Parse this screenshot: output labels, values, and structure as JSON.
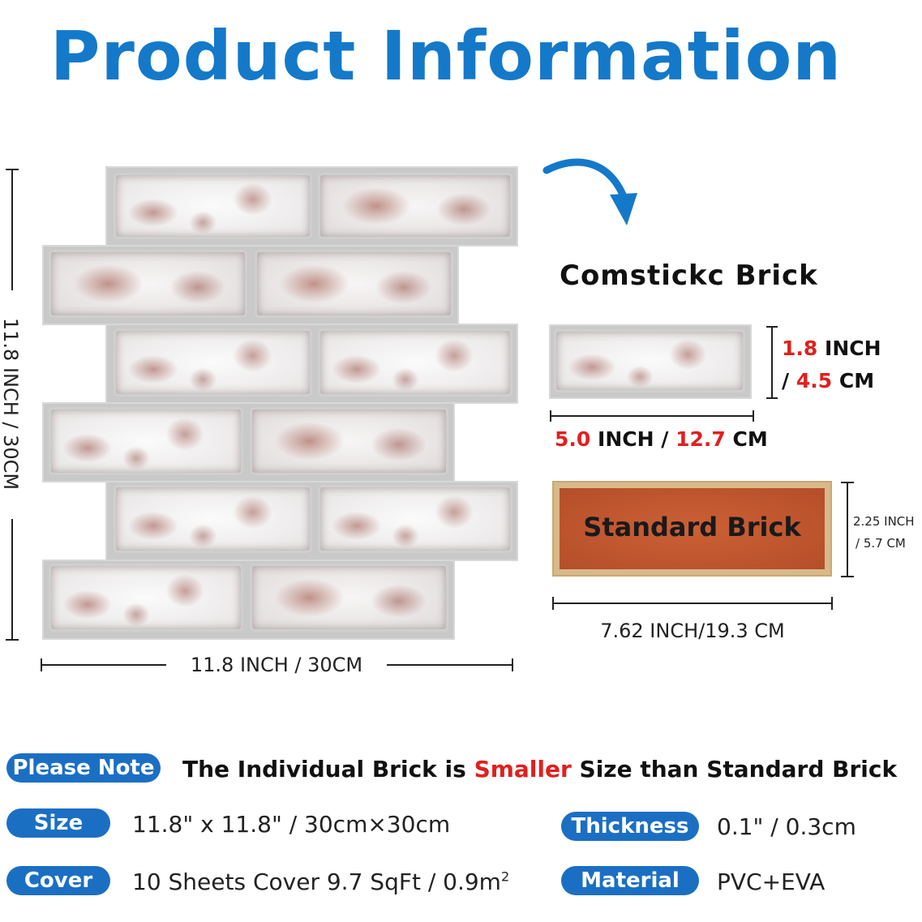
{
  "title": "Product Information",
  "dimensions": {
    "panel_height": "11.8 INCH / 30CM",
    "panel_width": "11.8 INCH / 30CM"
  },
  "comstickc": {
    "label": "Comstickc Brick",
    "height_in": "1.8",
    "height_in_unit": "INCH",
    "height_sep": "/",
    "height_cm": "4.5",
    "height_cm_unit": "CM",
    "width_in": "5.0",
    "width_in_unit": "INCH /",
    "width_cm": "12.7",
    "width_cm_unit": "CM"
  },
  "standard": {
    "label": "Standard Brick",
    "height_line1": "2.25 INCH",
    "height_line2": "/ 5.7 CM",
    "width": "7.62 INCH/19.3 CM"
  },
  "note": {
    "badge": "Please Note",
    "text_before": "The Individual Brick is",
    "text_highlight": "Smaller",
    "text_after": "Size than Standard Brick"
  },
  "specs": {
    "size_label": "Size",
    "size_value": "11.8\" x 11.8\" / 30cm×30cm",
    "thickness_label": "Thickness",
    "thickness_value": "0.1\" / 0.3cm",
    "cover_label": "Cover",
    "cover_value": "10 Sheets Cover 9.7 SqFt / 0.9m",
    "cover_sup": "2",
    "material_label": "Material",
    "material_value": "PVC+EVA"
  },
  "colors": {
    "title_blue": "#1479c9",
    "badge_blue": "#1b6fc3",
    "highlight_red": "#e0201e",
    "standard_brick": "#c4572f"
  }
}
